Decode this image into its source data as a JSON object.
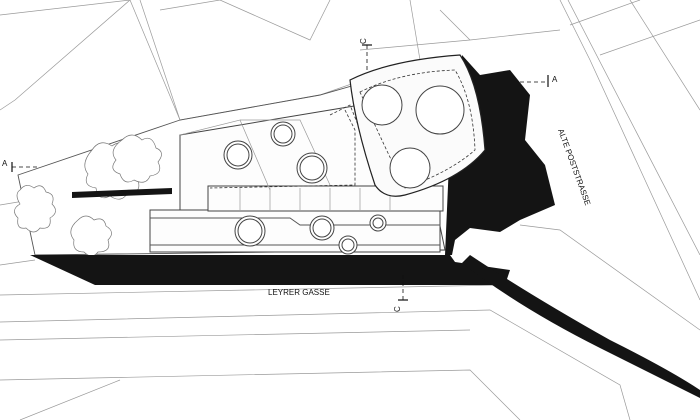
{
  "streets": {
    "leyrer_gasse": "LEYRER GASSE",
    "alte_poststrasse": "ALTE POSTSTRASSE"
  },
  "section_markers": {
    "a_left": "A",
    "a_right": "A",
    "c_top": "C",
    "c_bottom": "C"
  },
  "colors": {
    "background": "#ffffff",
    "building_solid": "#141414",
    "lines": "#444444",
    "context_lines": "#9a9a9a",
    "blob_fill": "#9d9d9d"
  }
}
